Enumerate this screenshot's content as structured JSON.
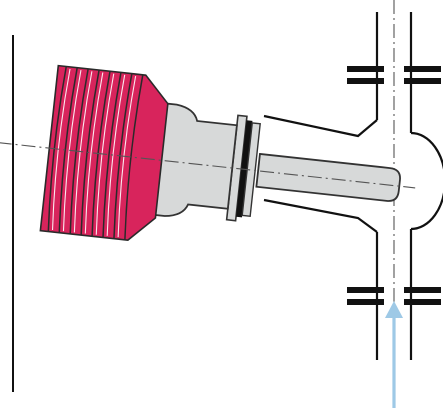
{
  "diagram": {
    "elements": [
      "wall-line",
      "sensor-body",
      "cooling-fins",
      "mounting-flange",
      "probe-stem",
      "pipe-with-bulge",
      "pipe-flanges",
      "pipe-centerline",
      "probe-axis-line",
      "flow-arrow"
    ]
  },
  "colors": {
    "fins": "#d8245c",
    "fin_stroke": "#2a2a2a",
    "metal": "#d7d9d9",
    "metal_stroke": "#333333",
    "line": "#111111",
    "centerline": "#666666",
    "arrow": "#9ec9e6"
  }
}
